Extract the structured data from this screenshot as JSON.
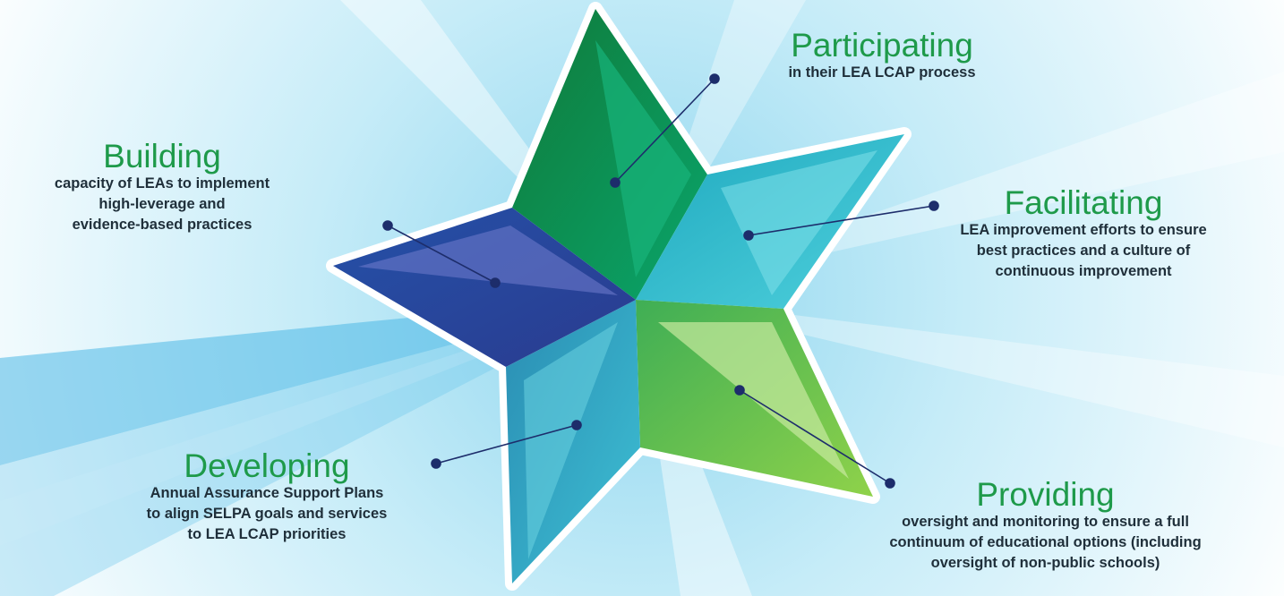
{
  "colors": {
    "heading_green": "#1e9a4a",
    "body_text": "#1f2f3a",
    "connector": "#1d2d6b",
    "point_green_dark": "#167a3a",
    "point_teal": "#2bb3c6",
    "point_green_light": "#6cc14a",
    "point_blue_teal": "#2a8fb0",
    "point_navy": "#26459c",
    "sky": "#5fc3e8"
  },
  "diagram": {
    "shape": "five-point star",
    "items": [
      {
        "key": "participating",
        "heading": "Participating",
        "lines": [
          "in their LEA LCAP process"
        ]
      },
      {
        "key": "building",
        "heading": "Building",
        "lines": [
          "capacity of LEAs to implement",
          "high-leverage and",
          "evidence-based practices"
        ]
      },
      {
        "key": "facilitating",
        "heading": "Facilitating",
        "lines": [
          "LEA improvement efforts to ensure",
          "best practices and a culture of",
          "continuous improvement"
        ]
      },
      {
        "key": "developing",
        "heading": "Developing",
        "lines": [
          "Annual Assurance Support Plans",
          "to align SELPA goals and services",
          "to LEA LCAP priorities"
        ]
      },
      {
        "key": "providing",
        "heading": "Providing",
        "lines": [
          "oversight and monitoring to ensure a full",
          "continuum of educational options (including",
          "oversight of non-public schools)"
        ]
      }
    ]
  }
}
